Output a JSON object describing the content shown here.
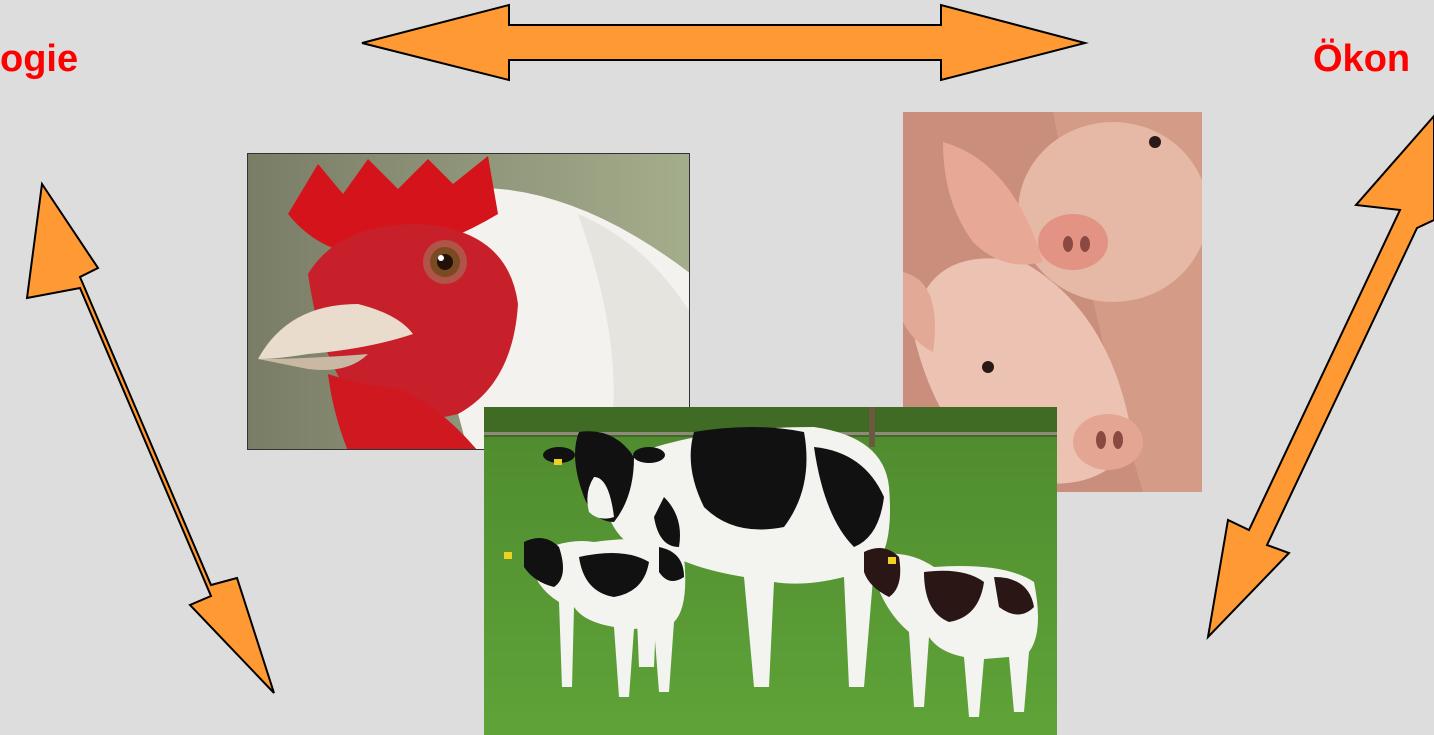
{
  "labels": {
    "left": "ogie",
    "right": "Ökon"
  },
  "photos": {
    "chicken": "chicken-photo",
    "pigs": "pigs-photo",
    "cows": "cows-photo"
  },
  "colors": {
    "background": "#dddddd",
    "label_red": "#ff0000",
    "arrow_fill": "#ff9933",
    "arrow_stroke": "#000000"
  }
}
